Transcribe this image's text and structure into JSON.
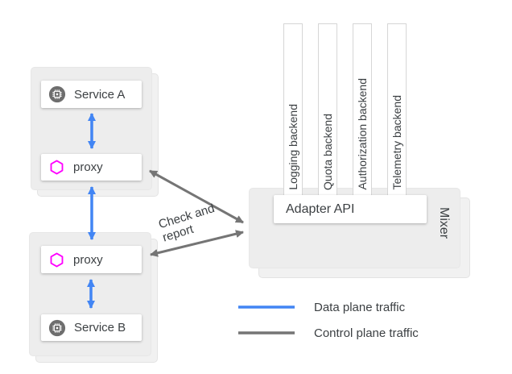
{
  "colors": {
    "data_plane_blue": "#4285F4",
    "control_plane_gray": "#757575",
    "proxy_hexagon_magenta": "#FF00FF",
    "service_icon_gray": "#6E6E6E",
    "card_background": "#EDEDED",
    "text": "#3C4043"
  },
  "service_group_a": {
    "service_label": "Service A",
    "proxy_label": "proxy"
  },
  "service_group_b": {
    "proxy_label": "proxy",
    "service_label": "Service B"
  },
  "mixer": {
    "label": "Mixer",
    "adapter_api_label": "Adapter API",
    "backends": [
      {
        "label": "Logging backend"
      },
      {
        "label": "Quota backend"
      },
      {
        "label": "Authorization backend"
      },
      {
        "label": "Telemetry backend"
      }
    ]
  },
  "annotations": {
    "check_and_report": "Check and\nreport"
  },
  "legend": {
    "items": [
      {
        "label": "Data plane traffic",
        "color": "#4285F4"
      },
      {
        "label": "Control plane traffic",
        "color": "#757575"
      }
    ]
  }
}
